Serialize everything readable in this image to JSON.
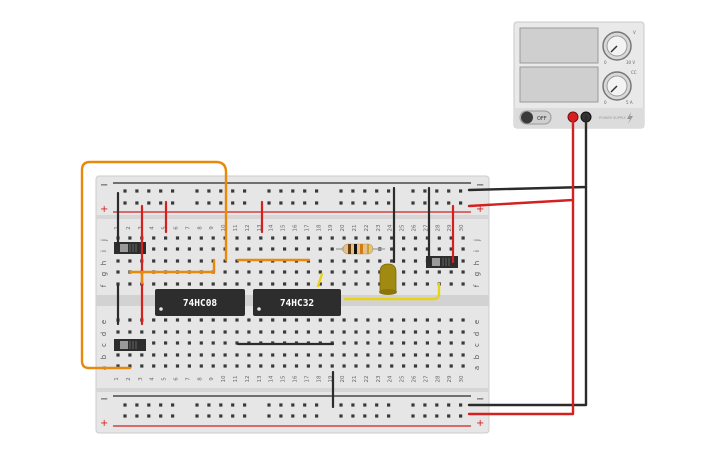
{
  "power_supply": {
    "off_label": "OFF",
    "brand_label": "POWER SUPPLY",
    "knob_voltage_labels": [
      "0",
      "30 V"
    ],
    "knob_current_labels": [
      "0",
      "5 A"
    ],
    "knob_voltage_tag": "V",
    "knob_current_tag": "CC"
  },
  "breadboard": {
    "rail_minus_symbol": "−",
    "rail_plus_symbol": "+",
    "row_letters_top": [
      "j",
      "i",
      "h",
      "g",
      "f"
    ],
    "row_letters_bottom": [
      "e",
      "d",
      "c",
      "b",
      "a"
    ],
    "column_numbers": [
      "1",
      "2",
      "3",
      "4",
      "5",
      "6",
      "7",
      "8",
      "9",
      "10",
      "11",
      "12",
      "13",
      "14",
      "15",
      "16",
      "17",
      "18",
      "19",
      "20",
      "21",
      "22",
      "23",
      "24",
      "25",
      "26",
      "27",
      "28",
      "29",
      "30"
    ]
  },
  "chips": [
    {
      "label": "74HC08"
    },
    {
      "label": "74HC32"
    }
  ],
  "colors": {
    "wire_red": "#d42020",
    "wire_black": "#2b2b2b",
    "wire_orange": "#e8890c",
    "wire_yellow": "#e8d21a",
    "led": "#a08a10",
    "board": "#e6e6e6"
  }
}
